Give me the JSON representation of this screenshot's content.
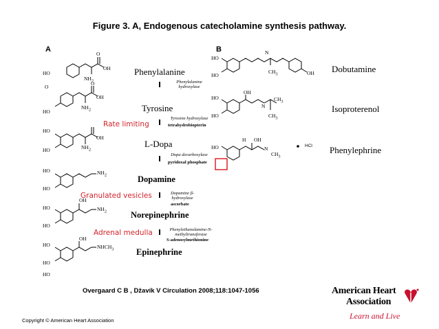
{
  "title": "Figure 3. A, Endogenous catecholamine synthesis pathway.",
  "panel_a": {
    "letter": "A",
    "compounds": [
      "Phenylalanine",
      "Tyrosine",
      "L-Dopa",
      "Dopamine",
      "Norepinephrine",
      "Epinephrine"
    ],
    "enzymes": [
      {
        "name": "Phenylalanine hydroxylase",
        "cofactor": ""
      },
      {
        "name": "Tyrosine hydroxylase",
        "cofactor": "tetrahydrobiopterin"
      },
      {
        "name": "Dopa decarboxylase",
        "cofactor": "pyridoxal phosphate"
      },
      {
        "name": "Dopamine β-hydroxylase",
        "cofactor": "ascorbate"
      },
      {
        "name": "Phenylethanolamine-N-methyltransferase",
        "cofactor": "S-adenosylmethionine"
      }
    ],
    "annotations": [
      "Rate limiting",
      "Granulated vesicles",
      "Adrenal medulla"
    ]
  },
  "panel_b": {
    "letter": "B",
    "compounds": [
      "Dobutamine",
      "Isoproterenol",
      "Phenylephrine"
    ]
  },
  "citation": "Overgaard C B , Džavík V Circulation 2008;118:1047-1056",
  "copyright": "Copyright © American Heart Association",
  "logo": {
    "line1": "American Heart",
    "line2": "Association",
    "tagline": "Learn and Live"
  },
  "colors": {
    "annotation": "#d2232a",
    "logo_red": "#c8102e",
    "highlight_box": "#e0222a"
  }
}
